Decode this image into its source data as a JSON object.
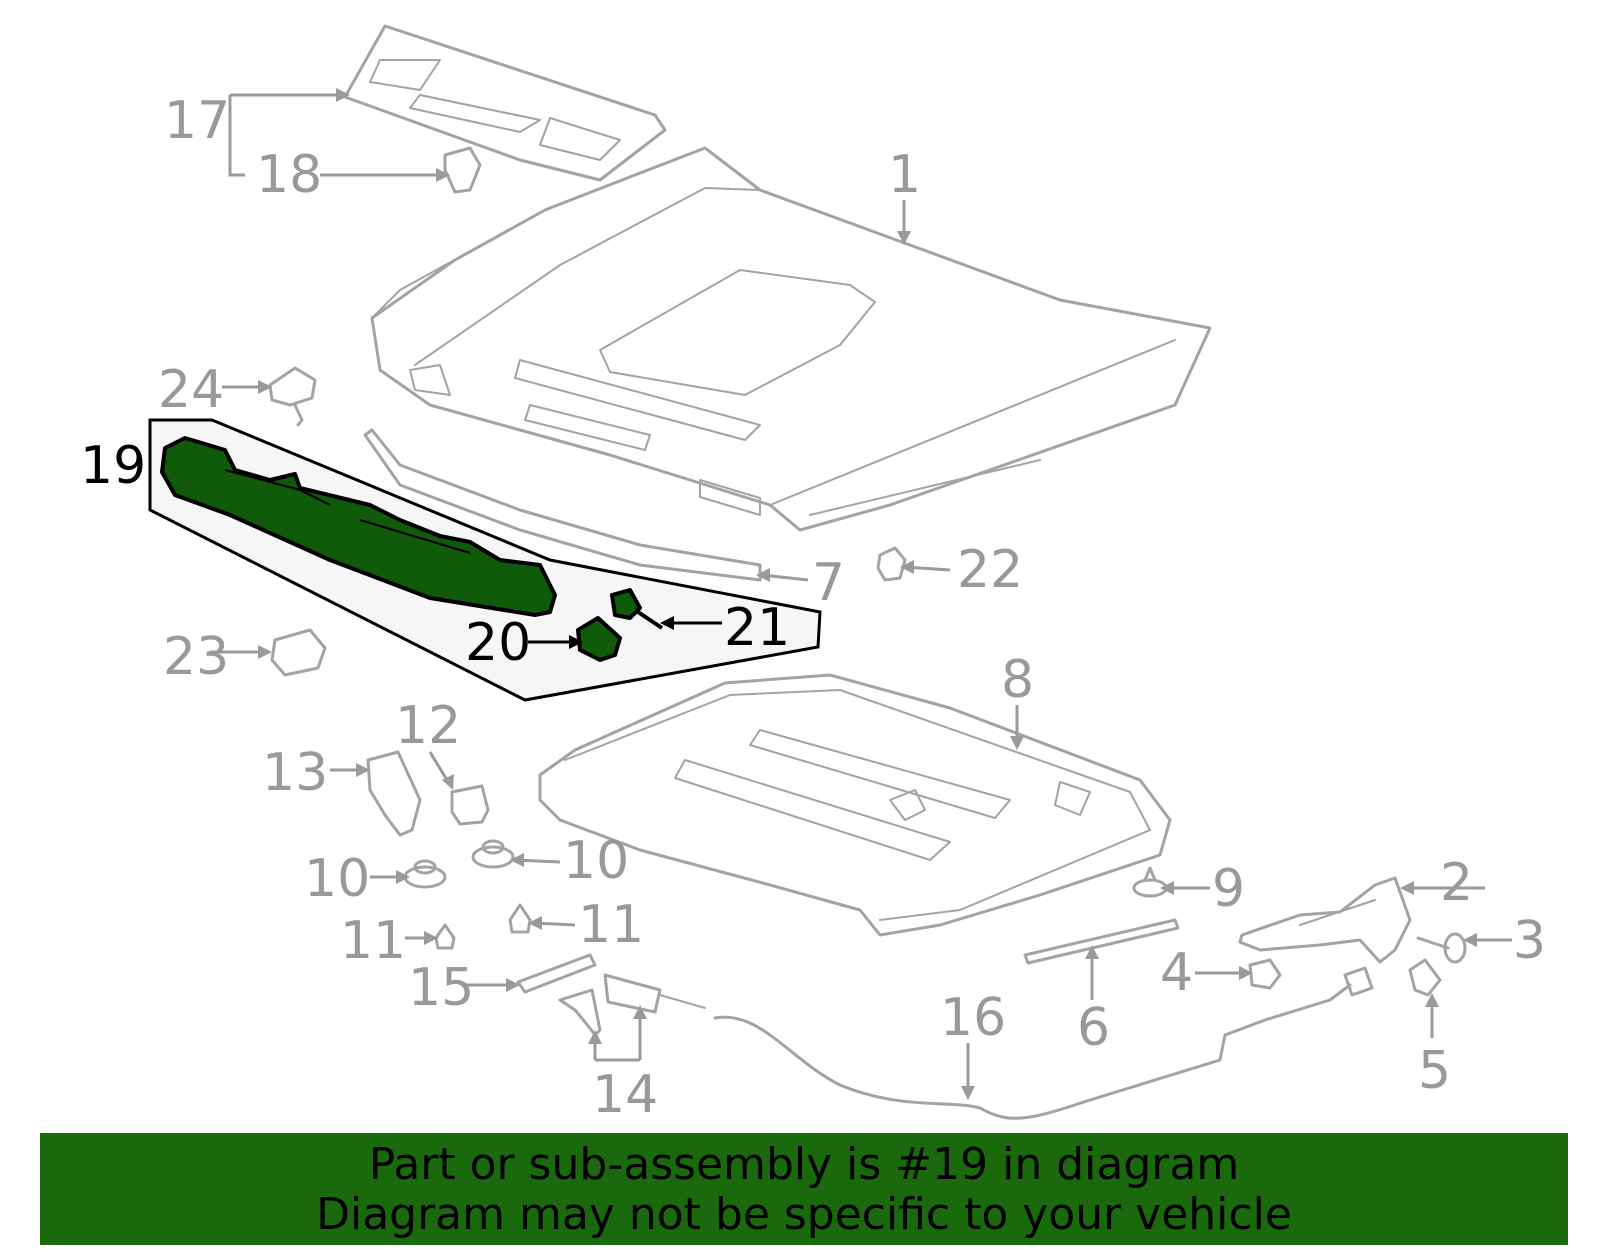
{
  "diagram": {
    "callouts": [
      {
        "id": "1",
        "text": "1"
      },
      {
        "id": "2",
        "text": "2"
      },
      {
        "id": "3",
        "text": "3"
      },
      {
        "id": "4",
        "text": "4"
      },
      {
        "id": "5",
        "text": "5"
      },
      {
        "id": "6",
        "text": "6"
      },
      {
        "id": "7",
        "text": "7"
      },
      {
        "id": "8",
        "text": "8"
      },
      {
        "id": "9",
        "text": "9"
      },
      {
        "id": "10a",
        "text": "10"
      },
      {
        "id": "10b",
        "text": "10"
      },
      {
        "id": "11a",
        "text": "11"
      },
      {
        "id": "11b",
        "text": "11"
      },
      {
        "id": "12",
        "text": "12"
      },
      {
        "id": "13",
        "text": "13"
      },
      {
        "id": "14",
        "text": "14"
      },
      {
        "id": "15",
        "text": "15"
      },
      {
        "id": "16",
        "text": "16"
      },
      {
        "id": "17",
        "text": "17"
      },
      {
        "id": "18",
        "text": "18"
      },
      {
        "id": "19",
        "text": "19",
        "highlighted": true
      },
      {
        "id": "20",
        "text": "20",
        "highlighted": true
      },
      {
        "id": "21",
        "text": "21",
        "highlighted": true
      },
      {
        "id": "22",
        "text": "22"
      },
      {
        "id": "23",
        "text": "23"
      },
      {
        "id": "24",
        "text": "24"
      }
    ],
    "colors": {
      "highlight_fill": "#0f5b0a",
      "banner": "#1a6a0d",
      "callout_gray": "#999999",
      "callout_highlight": "#000000",
      "callout_box_fill": "#f6f6f6"
    }
  },
  "footer": {
    "line1": "Part or sub-assembly is #19 in diagram",
    "line2": "Diagram may not be specific to your vehicle"
  }
}
